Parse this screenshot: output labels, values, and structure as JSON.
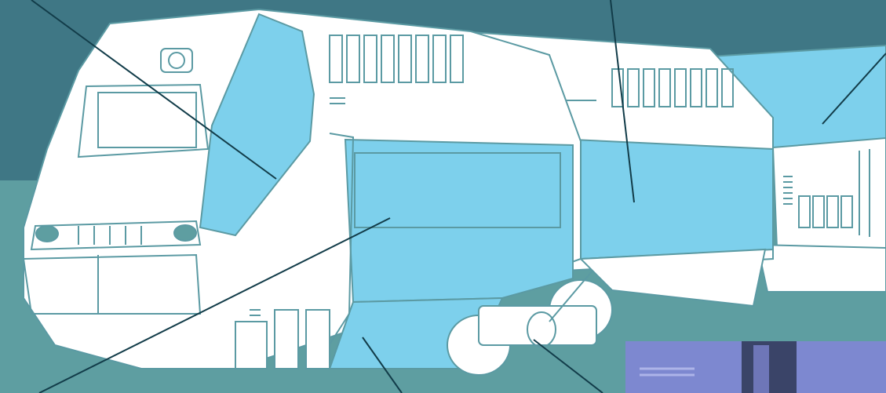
{
  "image": {
    "subject": "train-cutaway-illustration",
    "colors": {
      "background_dark": "#3f7785",
      "background_light": "#5e9ea1",
      "car_body": "#ffffff",
      "car_outline": "#5b9aa3",
      "highlight_panel": "#7dd0ec",
      "leader_line": "#123c49",
      "inset_photo": "#7d88d0"
    },
    "callouts": [
      {
        "id": "callout-cab-side",
        "label": ""
      },
      {
        "id": "callout-middle-car",
        "label": ""
      },
      {
        "id": "callout-trailing-car",
        "label": ""
      },
      {
        "id": "callout-front-door",
        "label": ""
      },
      {
        "id": "callout-lower-panel",
        "label": ""
      },
      {
        "id": "callout-bogie",
        "label": ""
      }
    ],
    "inset_photo": {
      "visible": true
    }
  }
}
